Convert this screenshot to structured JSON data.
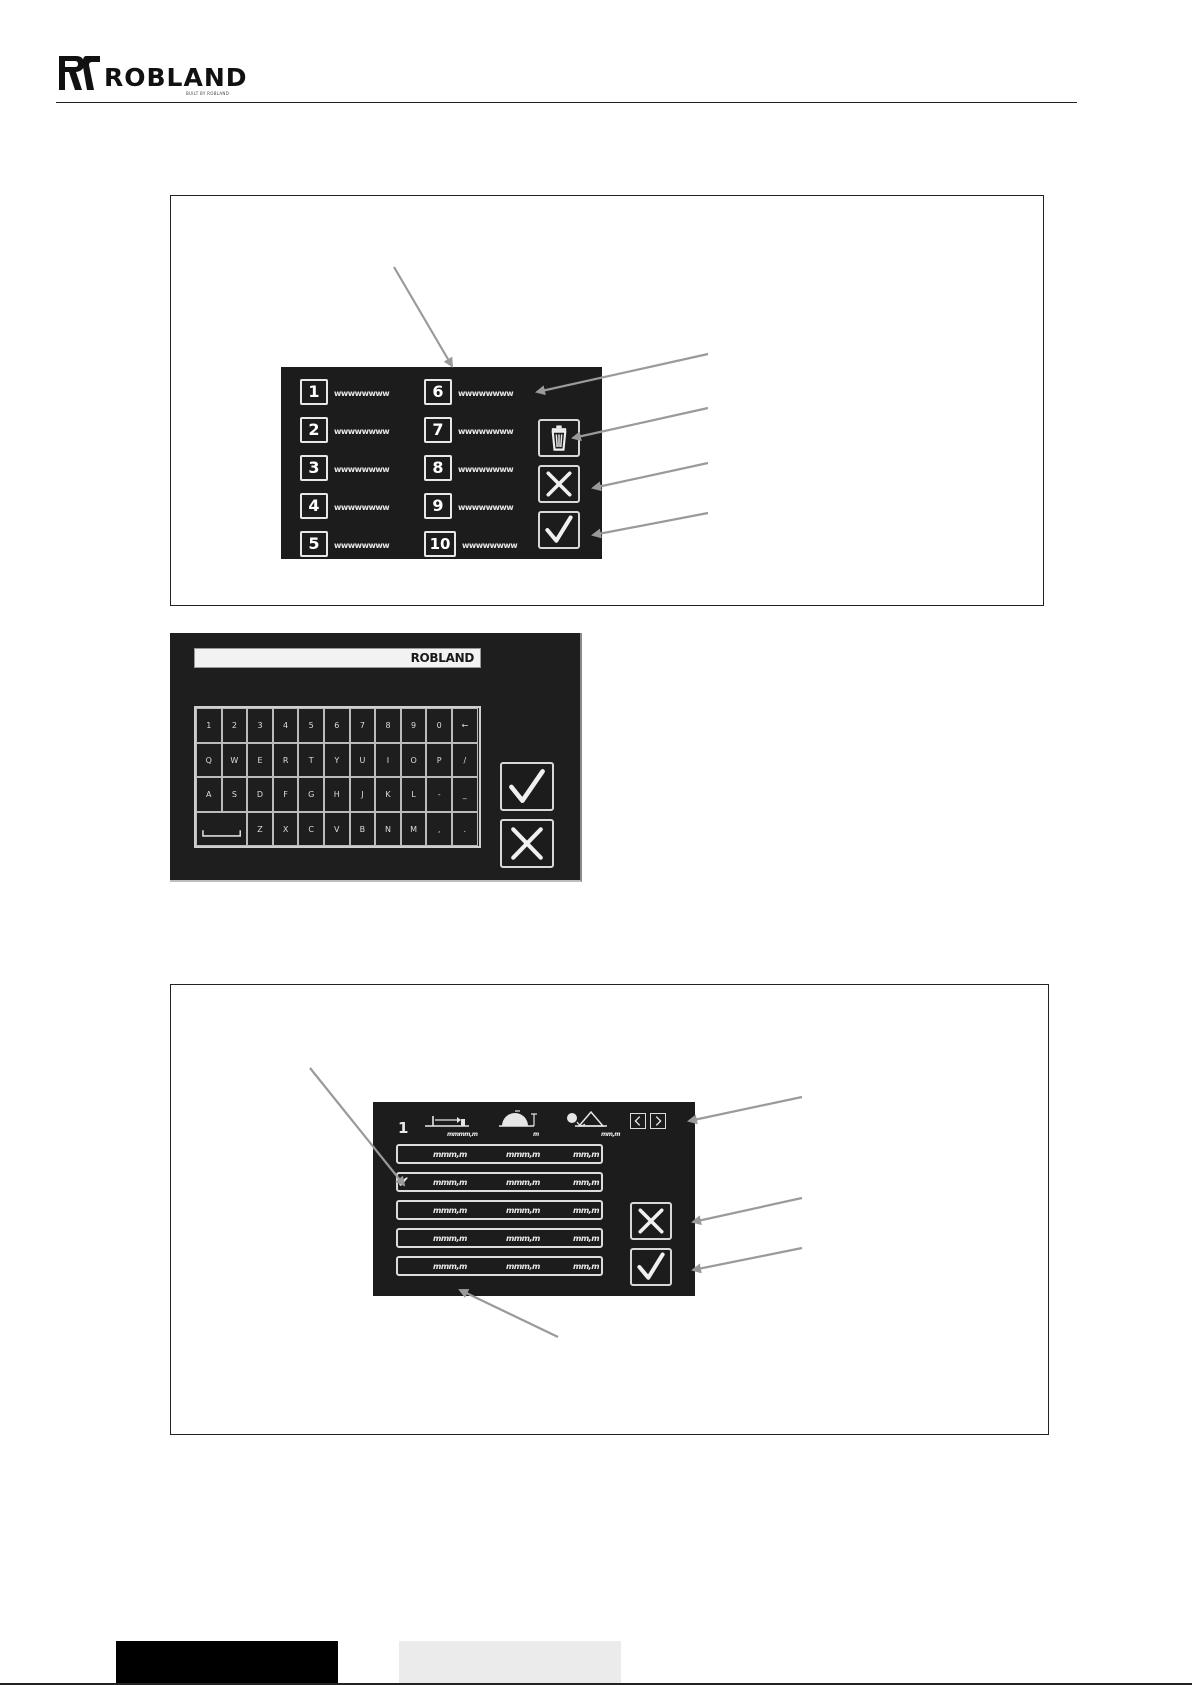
{
  "header": {
    "brand": "ROBLAND",
    "tagline": "BUILT BY ROBLAND"
  },
  "program_screen": {
    "programs": [
      {
        "number": "1",
        "name": "wwwwwwww"
      },
      {
        "number": "2",
        "name": "wwwwwwww"
      },
      {
        "number": "3",
        "name": "wwwwwwww"
      },
      {
        "number": "4",
        "name": "wwwwwwww"
      },
      {
        "number": "5",
        "name": "wwwwwwww"
      },
      {
        "number": "6",
        "name": "wwwwwwww"
      },
      {
        "number": "7",
        "name": "wwwwwwww"
      },
      {
        "number": "8",
        "name": "wwwwwwww"
      },
      {
        "number": "9",
        "name": "wwwwwwww"
      },
      {
        "number": "10",
        "name": "wwwwwwww"
      }
    ],
    "buttons": [
      "trash-icon",
      "close-icon",
      "check-icon"
    ]
  },
  "keyboard_screen": {
    "field_value": "ROBLAND",
    "rows": [
      [
        "1",
        "2",
        "3",
        "4",
        "5",
        "6",
        "7",
        "8",
        "9",
        "0",
        "←"
      ],
      [
        "Q",
        "W",
        "E",
        "R",
        "T",
        "Y",
        "U",
        "I",
        "O",
        "P",
        "/"
      ],
      [
        "A",
        "S",
        "D",
        "F",
        "G",
        "H",
        "J",
        "K",
        "L",
        "-",
        "_"
      ],
      [
        "Z",
        "X",
        "C",
        "V",
        "B",
        "N",
        "M",
        ",",
        "."
      ]
    ],
    "buttons": [
      "check-icon",
      "close-icon"
    ]
  },
  "position_screen": {
    "program_number": "1",
    "column_units": [
      "mmmm,m",
      "m",
      "mm,m"
    ],
    "rows": [
      {
        "checked": false,
        "values": [
          "mmm,m",
          "mmm,m",
          "mm,m"
        ]
      },
      {
        "checked": true,
        "values": [
          "mmm,m",
          "mmm,m",
          "mm,m"
        ]
      },
      {
        "checked": false,
        "values": [
          "mmm,m",
          "mmm,m",
          "mm,m"
        ]
      },
      {
        "checked": false,
        "values": [
          "mmm,m",
          "mmm,m",
          "mm,m"
        ]
      },
      {
        "checked": false,
        "values": [
          "mmm,m",
          "mmm,m",
          "mm,m"
        ]
      }
    ],
    "check_mark": "✔",
    "buttons": [
      "arrow-left-icon",
      "arrow-right-icon",
      "close-icon",
      "check-icon"
    ]
  },
  "colors": {
    "screen_bg": "#1c1c1c",
    "arrow": "#9a9a9a"
  }
}
